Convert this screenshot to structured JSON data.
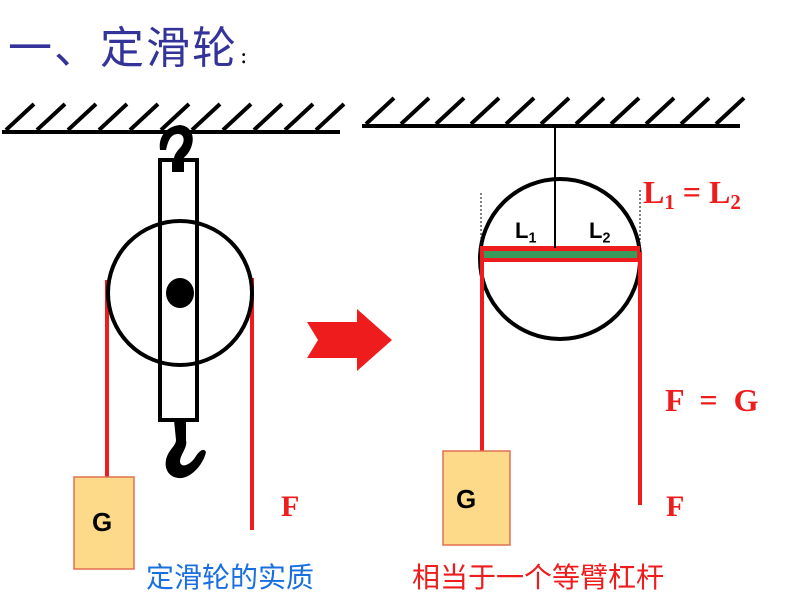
{
  "title": {
    "text": "一、定滑轮",
    "colon": ":"
  },
  "left_diagram": {
    "weight_label": "G",
    "force_label": "F",
    "caption": "定滑轮的实质"
  },
  "right_diagram": {
    "weight_label": "G",
    "force_label": "F",
    "arm1_label": "L",
    "arm1_sub": "1",
    "arm2_label": "L",
    "arm2_sub": "2",
    "equation_arms": {
      "lhs": "L",
      "lhs_sub": "1",
      "op": " = ",
      "rhs": "L",
      "rhs_sub": "2"
    },
    "equation_forces": "F  =  G",
    "caption": "相当于一个等臂杠杆"
  },
  "colors": {
    "title": "#333399",
    "rope": "#ee1c1c",
    "weight_fill": "#fdd98a",
    "weight_border": "#e07050",
    "lever_fill": "#3a9a5c",
    "caption_left": "#1a6fe0",
    "caption_right": "#ee1c1c",
    "arrow": "#ee1c1c"
  }
}
